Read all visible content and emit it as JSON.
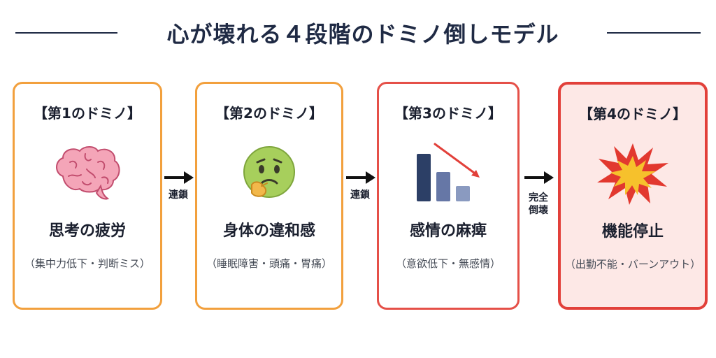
{
  "title": "心が壊れる４段階のドミノ倒しモデル",
  "cards": [
    {
      "head": "【第1のドミノ】",
      "main": "思考の疲労",
      "sub": "（集中力低下・判断ミス）",
      "icon": "brain-icon",
      "border": "#f2a03d"
    },
    {
      "head": "【第2のドミノ】",
      "main": "身体の違和感",
      "sub": "（睡眠障害・頭痛・胃痛）",
      "icon": "worried-face-icon",
      "border": "#f2a03d"
    },
    {
      "head": "【第3のドミノ】",
      "main": "感情の麻痺",
      "sub": "（意欲低下・無感情）",
      "icon": "declining-bar-chart-icon",
      "border": "#e55048"
    },
    {
      "head": "【第4のドミノ】",
      "main": "機能停止",
      "sub": "（出勤不能・バーンアウト）",
      "icon": "explosion-icon",
      "border": "#e2403a",
      "background": "#fde8e6"
    }
  ],
  "connectors": [
    {
      "label_lines": [
        "連鎖"
      ]
    },
    {
      "label_lines": [
        "連鎖"
      ]
    },
    {
      "label_lines": [
        "完全",
        "倒壊"
      ]
    }
  ],
  "colors": {
    "title": "#1f2a44",
    "orange": "#f2a03d",
    "red": "#e2403a",
    "pink_bg": "#fde8e6"
  }
}
